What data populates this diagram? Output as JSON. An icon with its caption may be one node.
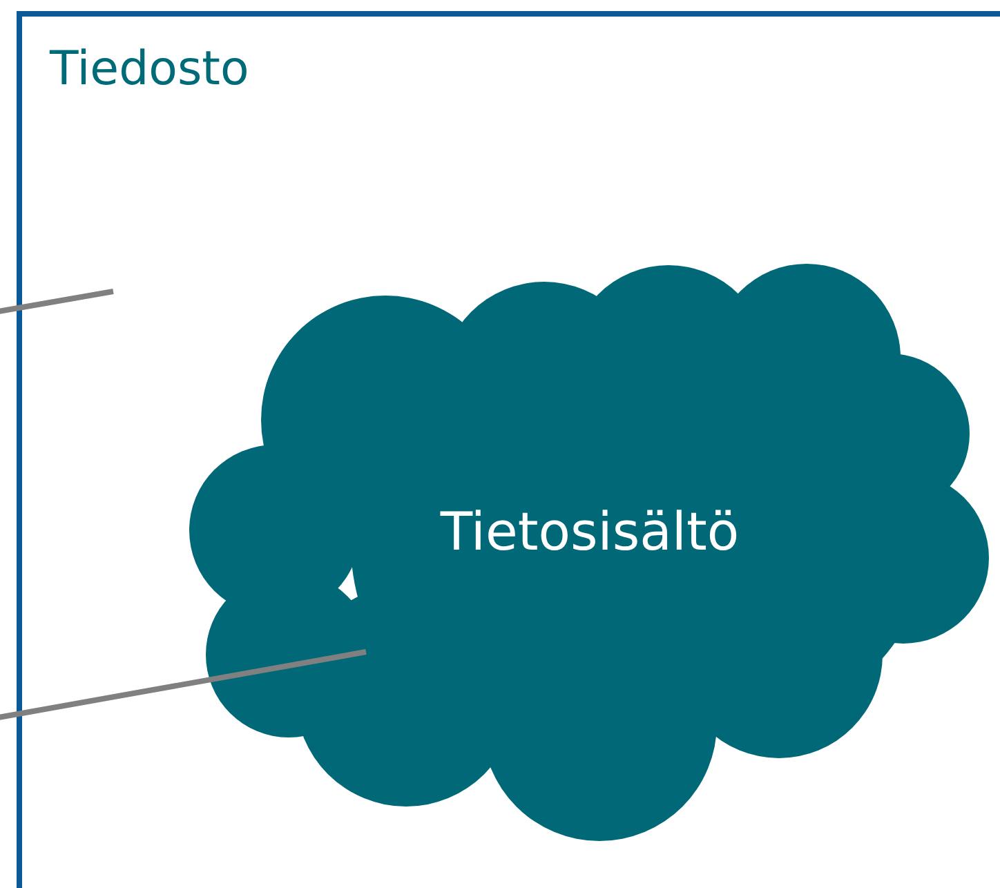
{
  "diagram": {
    "nodes": [
      {
        "text": [
          "Tiedosto"
        ]
      },
      {
        "text": [
          "Tietosisältö"
        ],
        "in": 0
      }
    ],
    "edges": [
      {
        "from": null,
        "to": 0,
        "arrow": "none"
      },
      {
        "from": null,
        "to": 1,
        "arrow": "none"
      }
    ]
  }
}
